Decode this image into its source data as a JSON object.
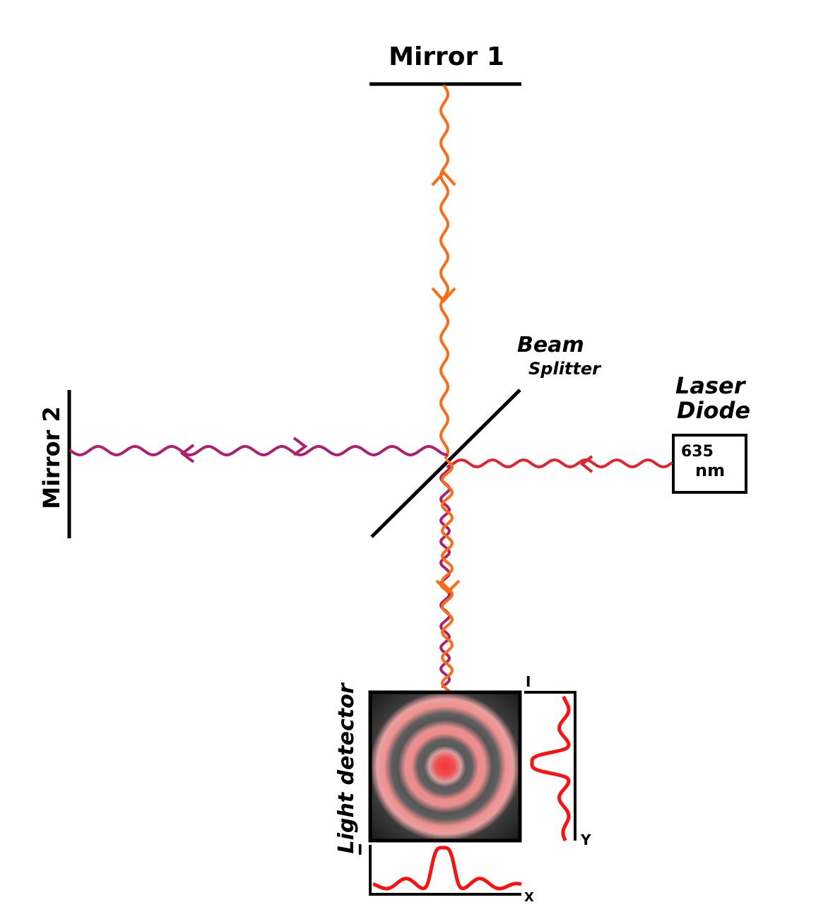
{
  "labels": {
    "mirror1": "Mirror 1",
    "mirror2": "Mirror 2",
    "beam": "Beam",
    "splitter": "Splitter",
    "laser_line1": "Laser",
    "laser_line2": "Diode",
    "wavelength_value": "635",
    "wavelength_unit": "nm",
    "detector": "Light detector",
    "axis_i_right": "I",
    "axis_y": "Y",
    "axis_i_bottom": "I",
    "axis_x": "X"
  },
  "colors": {
    "laser_beam": "#e5212b",
    "arm1_beam": "#ff6a13",
    "arm2_beam": "#b01e6e",
    "profile_curve": "#ff1010",
    "fringe_bright": "#f06a6a",
    "fringe_dark": "#5a5a5a",
    "ink": "#000000"
  },
  "icons": [
    "direction-arrow-icon"
  ]
}
